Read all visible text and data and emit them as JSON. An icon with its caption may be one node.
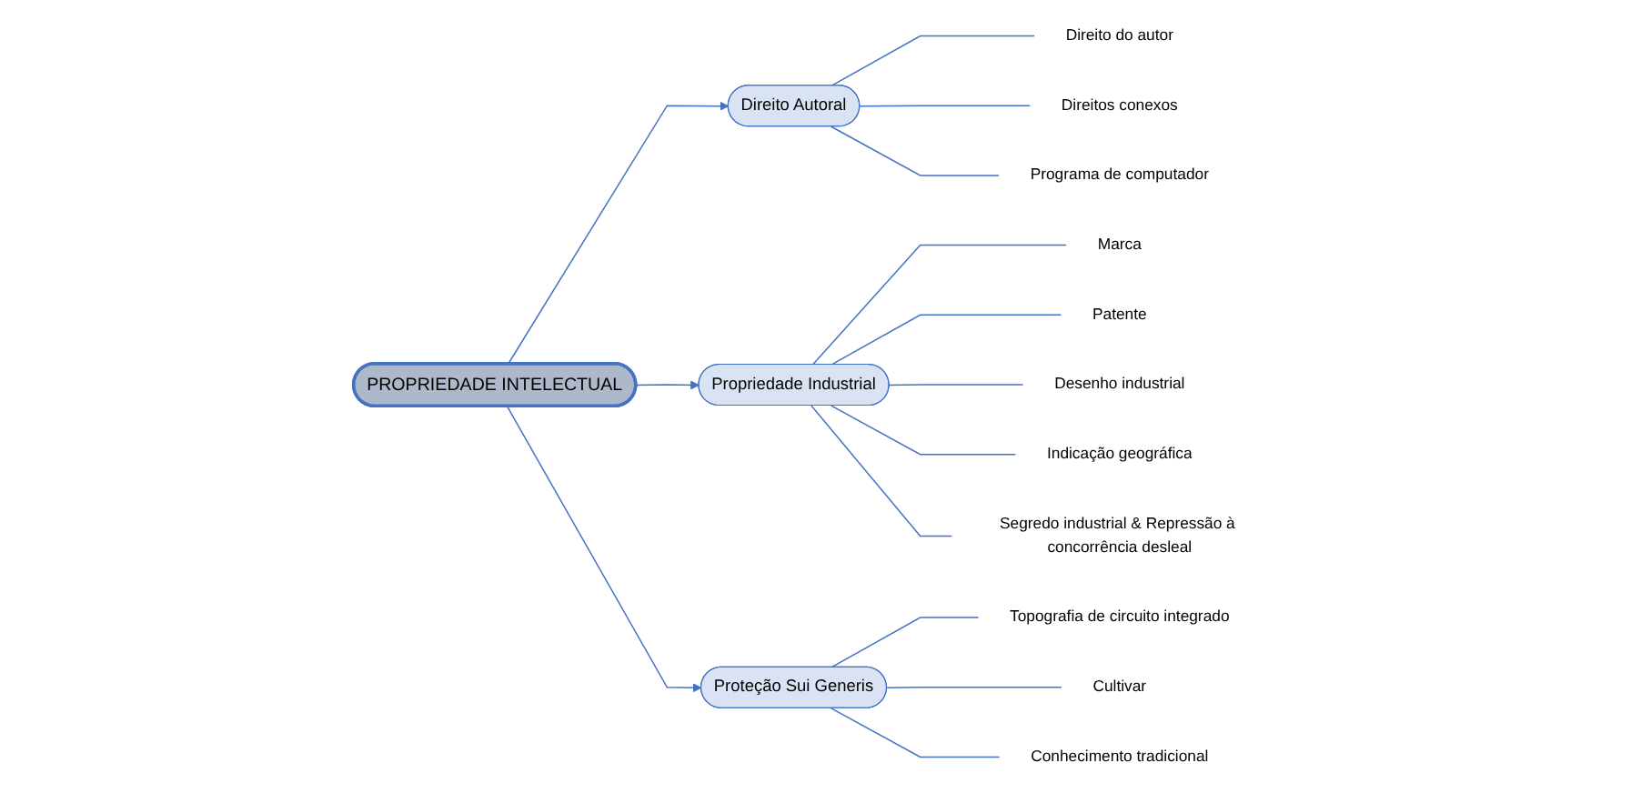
{
  "diagram": {
    "nodes": [
      {
        "text": [
          "PROPRIEDADE INTELECTUAL"
        ]
      },
      {
        "text": [
          "Direito Autoral"
        ]
      },
      {
        "text": [
          "Propriedade Industrial"
        ]
      },
      {
        "text": [
          "Proteção Sui Generis"
        ]
      },
      {
        "text": [
          "Direito do autor"
        ]
      },
      {
        "text": [
          "Direitos conexos"
        ]
      },
      {
        "text": [
          "Programa de computador"
        ]
      },
      {
        "text": [
          "Marca"
        ]
      },
      {
        "text": [
          "Patente"
        ]
      },
      {
        "text": [
          "Desenho industrial"
        ]
      },
      {
        "text": [
          "Indicação geográfica"
        ]
      },
      {
        "text": [
          "Segredo industrial & Repressão à concorrência desleal"
        ]
      },
      {
        "text": [
          "Topografia de circuito integrado"
        ]
      },
      {
        "text": [
          "Cultivar"
        ]
      },
      {
        "text": [
          "Conhecimento tradicional"
        ]
      }
    ],
    "edges": [
      {
        "from": 0,
        "to": 1,
        "arrow": "to"
      },
      {
        "from": 0,
        "to": 2,
        "arrow": "to"
      },
      {
        "from": 0,
        "to": 3,
        "arrow": "to"
      },
      {
        "from": 1,
        "to": 4,
        "arrow": "none"
      },
      {
        "from": 1,
        "to": 5,
        "arrow": "none"
      },
      {
        "from": 1,
        "to": 6,
        "arrow": "none"
      },
      {
        "from": 2,
        "to": 7,
        "arrow": "none"
      },
      {
        "from": 2,
        "to": 8,
        "arrow": "none"
      },
      {
        "from": 2,
        "to": 9,
        "arrow": "none"
      },
      {
        "from": 2,
        "to": 10,
        "arrow": "none"
      },
      {
        "from": 2,
        "to": 11,
        "arrow": "none"
      },
      {
        "from": 3,
        "to": 12,
        "arrow": "none"
      },
      {
        "from": 3,
        "to": 13,
        "arrow": "none"
      },
      {
        "from": 3,
        "to": 14,
        "arrow": "none"
      }
    ]
  }
}
